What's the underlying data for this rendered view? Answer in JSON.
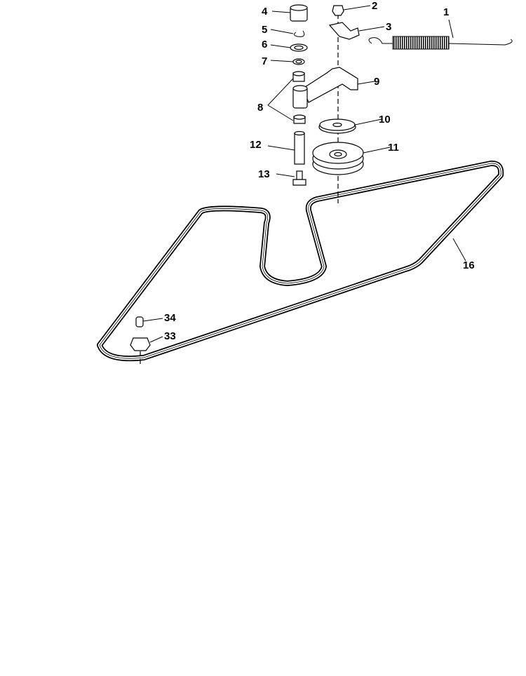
{
  "diagram": {
    "type": "exploded parts diagram",
    "callouts": {
      "c1": "1",
      "c2": "2",
      "c3": "3",
      "c4": "4",
      "c5": "5",
      "c6": "6",
      "c7": "7",
      "c8": "8",
      "c9": "9",
      "c10": "10",
      "c11": "11",
      "c12": "12",
      "c13": "13",
      "c16": "16",
      "c33": "33",
      "c34": "34"
    },
    "line_color": "#000000",
    "background": "#ffffff"
  }
}
